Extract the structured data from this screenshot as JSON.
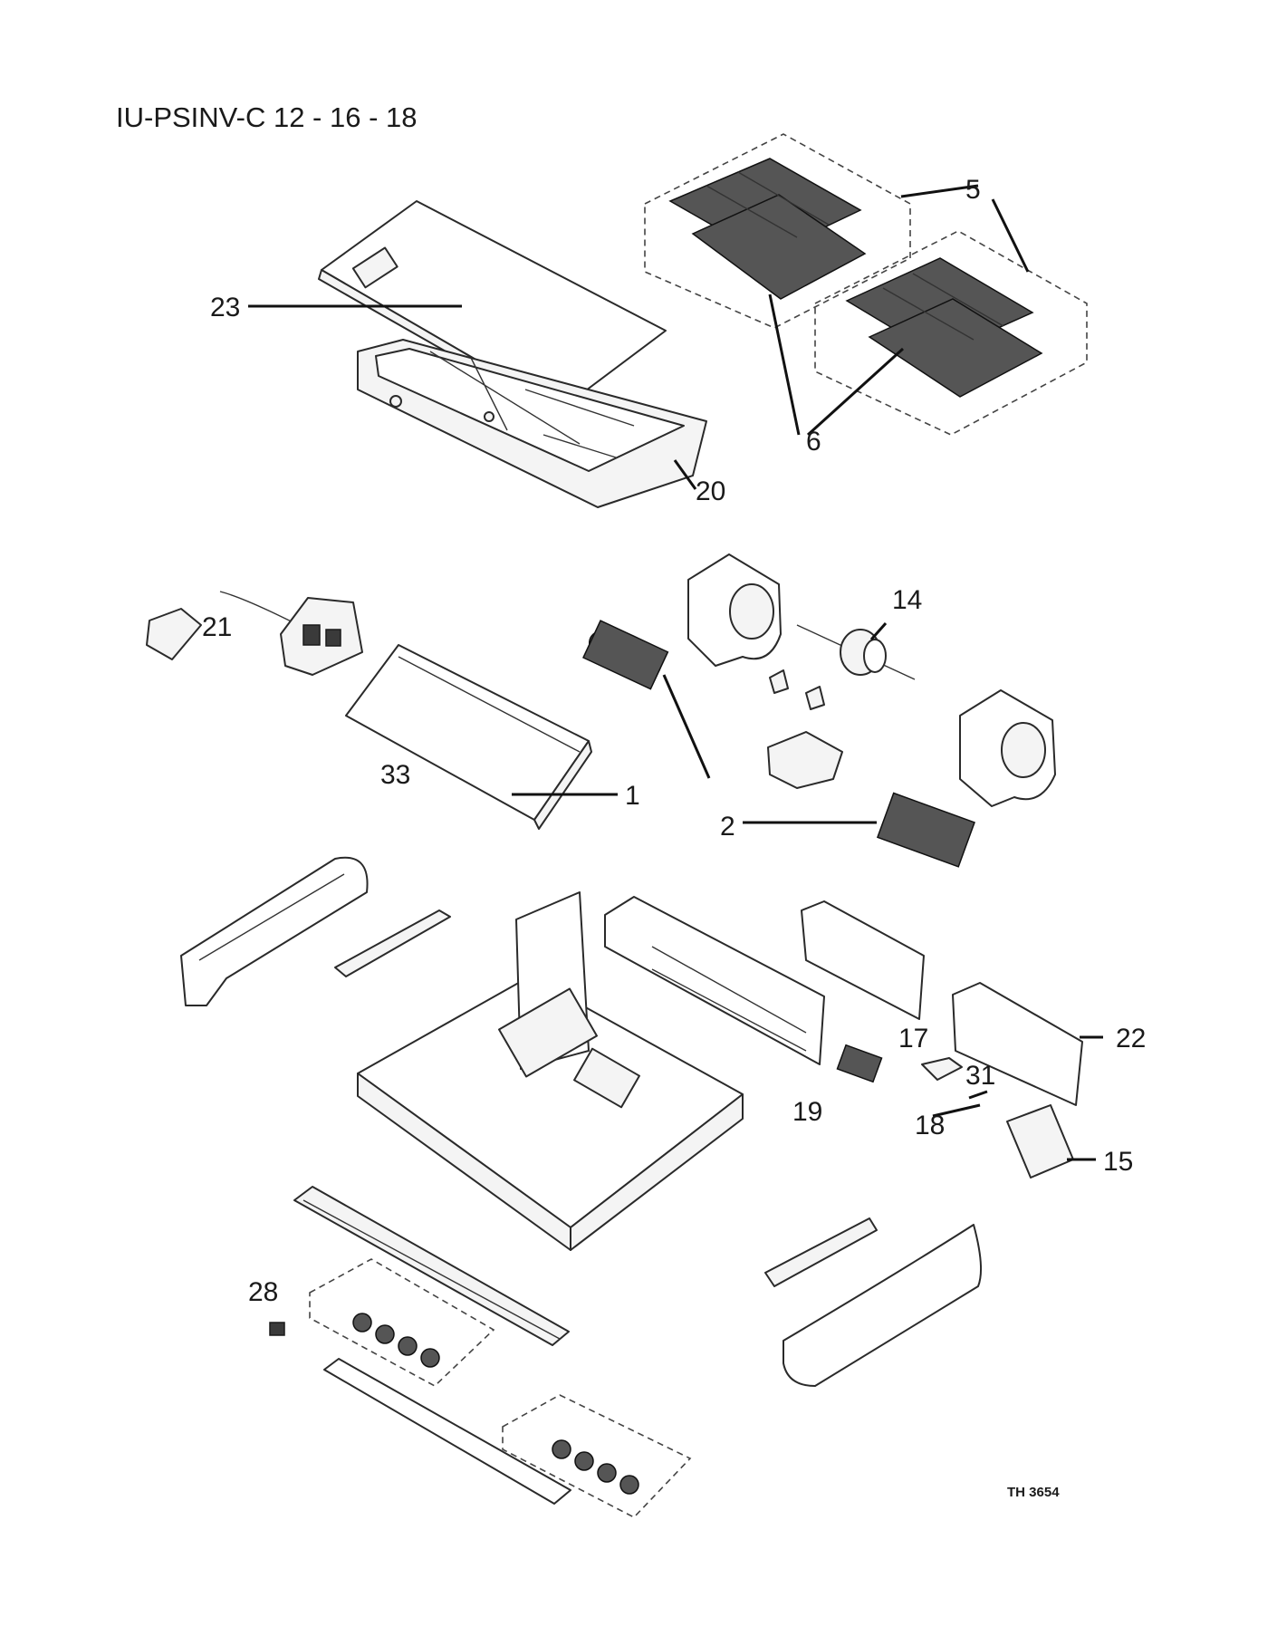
{
  "title": "IU-PSINV-C 12 - 16 - 18",
  "reference": "TH 3654",
  "callouts": {
    "c23": "23",
    "c5": "5",
    "c6": "6",
    "c20": "20",
    "c21": "21",
    "c14": "14",
    "c1": "1",
    "c33": "33",
    "c2": "2",
    "c17": "17",
    "c22": "22",
    "c31": "31",
    "c19": "19",
    "c18": "18",
    "c15": "15",
    "c28": "28"
  }
}
